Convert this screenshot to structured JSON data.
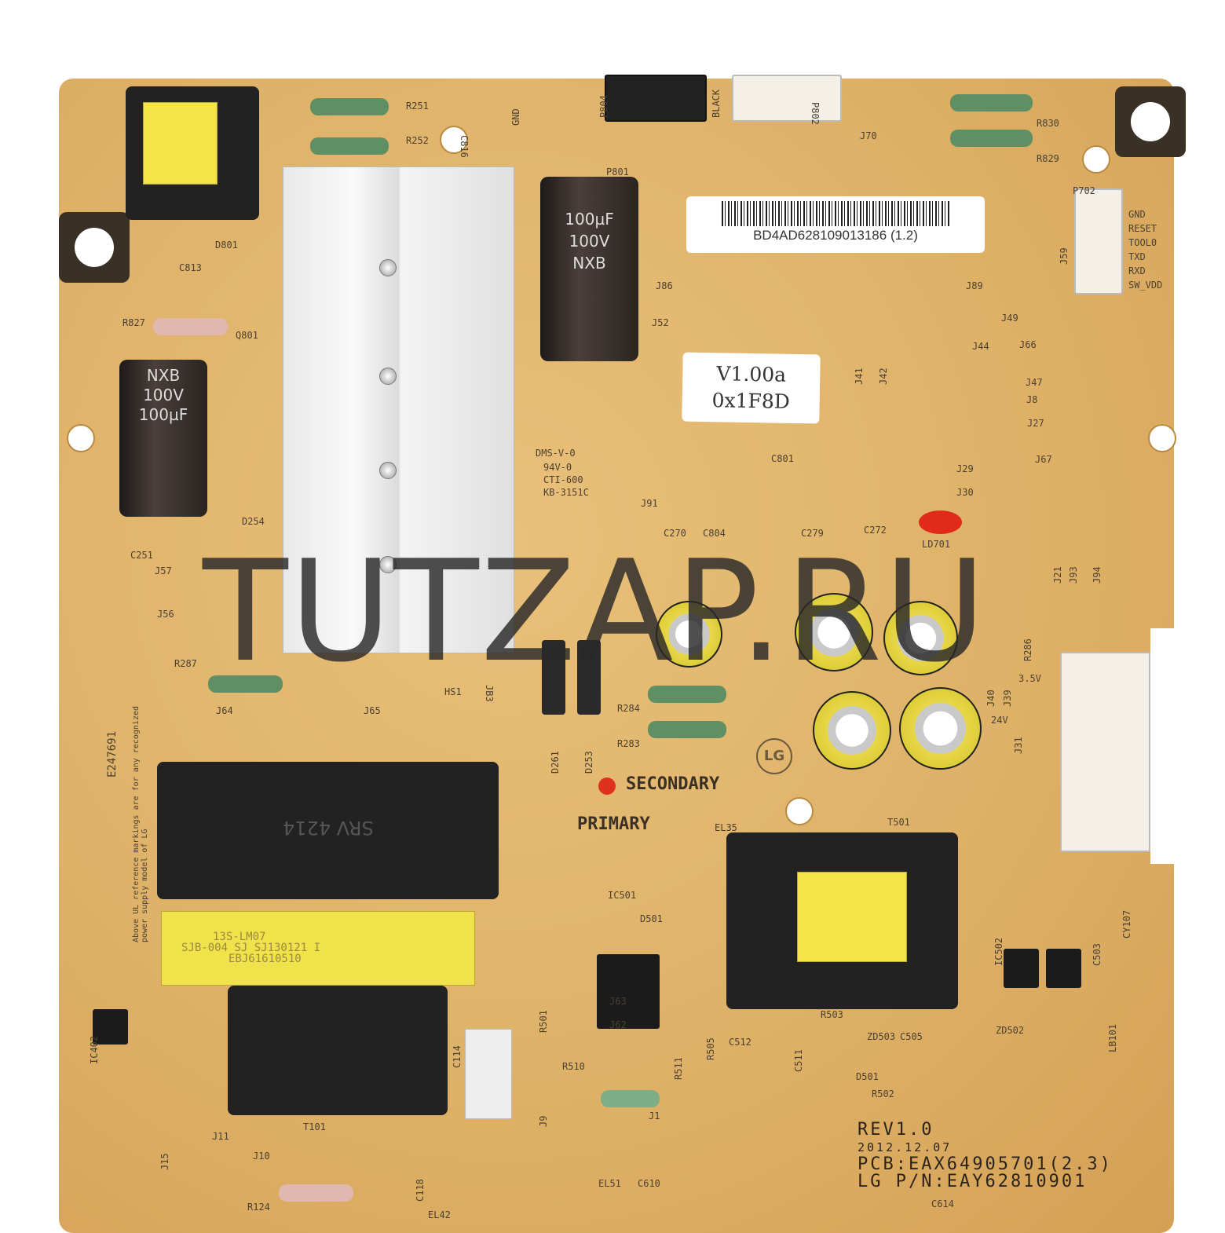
{
  "stickers": {
    "serial": "BD4AD628109013186 (1.2)",
    "firmware_version": "V1.00a",
    "firmware_checksum": "0x1F8D"
  },
  "board_info": {
    "rev": "REV1.0",
    "date": "2012.12.07",
    "pcb": "PCB:EAX64905701(2.3)",
    "part_number": "LG P/N:EAY62810901"
  },
  "watermark": "TUTZAP.RU",
  "zones": {
    "secondary": "SECONDARY",
    "primary": "PRIMARY"
  },
  "capacitor_markings": {
    "voltage": "100V",
    "capacitance": "100µF",
    "brand": "NXB"
  },
  "transformer_markings": {
    "model": "SRV 4214",
    "line1": "13S-LM07",
    "line2": "SJB-004 SJ SJ130121 I",
    "line3": "EBJ61610510"
  },
  "ul_marking": {
    "file": "E247691",
    "note": "Above UL reference markings are for any recognized power supply model of LG"
  },
  "fw_label_text": "GND RESET TOOL0 TXD RXD SW_VDD",
  "silkscreen": [
    "R251",
    "R252",
    "C816",
    "GND",
    "P804",
    "P801",
    "BLACK",
    "P802",
    "J70",
    "R830",
    "R829",
    "P702",
    "GND",
    "RESET",
    "TOOL0",
    "TXD",
    "RXD",
    "SW_VDD",
    "D801",
    "C813",
    "R827",
    "Q801",
    "D254",
    "C251",
    "J57",
    "J56",
    "HS1",
    "JB3",
    "R287",
    "J64",
    "J65",
    "J66",
    "J44",
    "J47",
    "J8",
    "J27",
    "J67",
    "J29",
    "J30",
    "LD701",
    "C801",
    "J91",
    "C270",
    "C804",
    "C279",
    "C272",
    "R284",
    "R283",
    "D261",
    "D253",
    "EL35",
    "T501",
    "3.5V",
    "24V",
    "IC501",
    "D501",
    "R501",
    "J63",
    "J62",
    "R510",
    "R511",
    "R505",
    "R503",
    "C512",
    "C511",
    "ZD503",
    "C505",
    "ZD502",
    "D501",
    "R502",
    "IC502",
    "C503",
    "LB101",
    "CY107",
    "J1",
    "EL51",
    "C610",
    "C614",
    "J11",
    "T101",
    "J10",
    "R124",
    "J15",
    "IC402",
    "C114",
    "J9",
    "EL42",
    "C118",
    "J41",
    "J42",
    "J59",
    "J49",
    "J86",
    "J89",
    "J52",
    "J21",
    "J93",
    "J94",
    "J40",
    "J39",
    "J31",
    "R286",
    "DMS-V-0",
    "94V-0",
    "CTI-600",
    "KB-3151C"
  ]
}
